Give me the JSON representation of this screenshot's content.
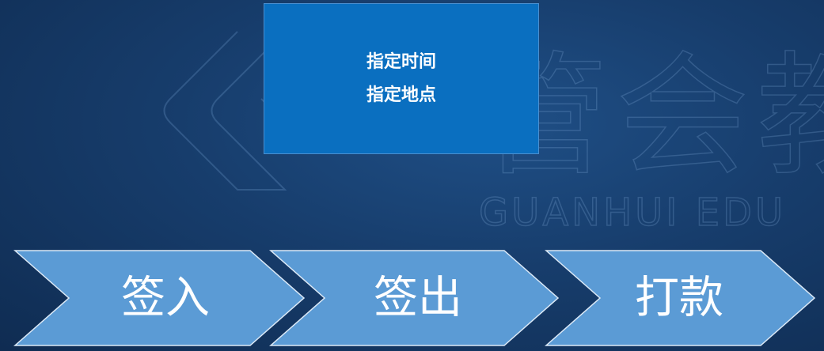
{
  "watermark": {
    "brand_cn": "管会教",
    "brand_en": "GUANHUI EDU"
  },
  "note": {
    "line1": "指定时间",
    "line2": "指定地点"
  },
  "steps": [
    {
      "label": "签入"
    },
    {
      "label": "签出"
    },
    {
      "label": "打款"
    }
  ],
  "colors": {
    "chevron_fill": "#5b9bd5",
    "chevron_stroke": "#dbe9f7",
    "note_fill": "#0a6fc0"
  }
}
